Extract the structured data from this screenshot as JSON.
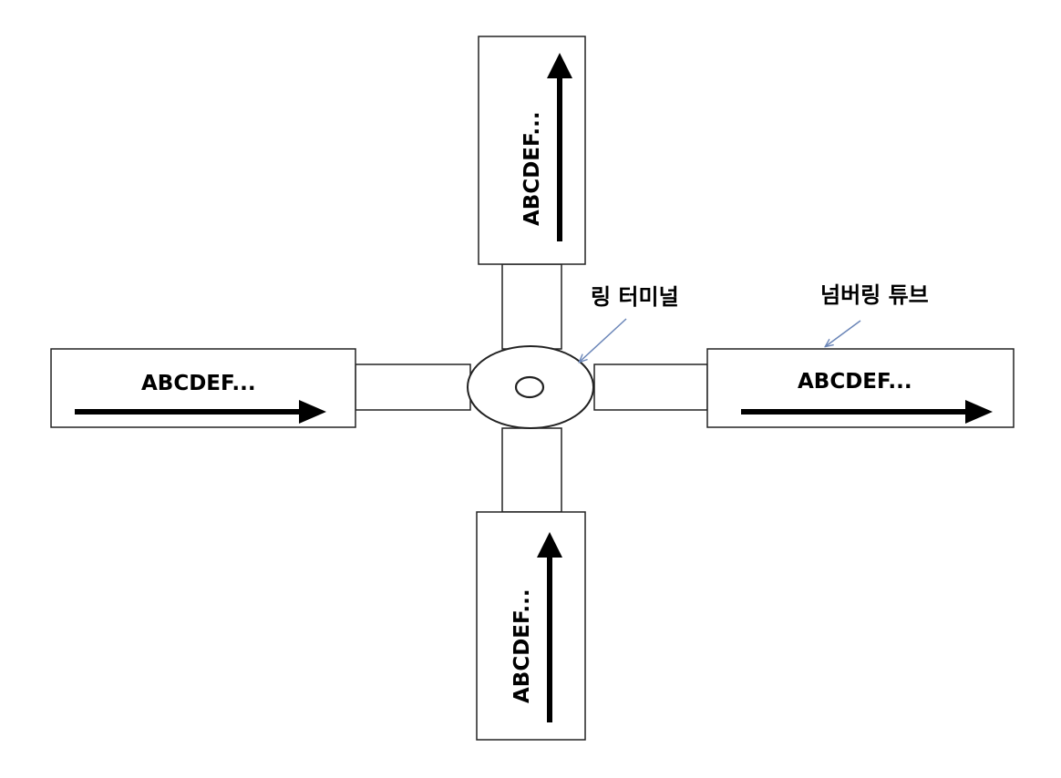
{
  "diagram": {
    "tubes": {
      "top": {
        "text": "ABCDEF...",
        "arrow_direction": "up"
      },
      "bottom": {
        "text": "ABCDEF...",
        "arrow_direction": "up"
      },
      "left": {
        "text": "ABCDEF...",
        "arrow_direction": "right"
      },
      "right": {
        "text": "ABCDEF...",
        "arrow_direction": "right"
      }
    },
    "labels": {
      "ring_terminal": "링 터미널",
      "numbering_tube": "넘버링 튜브"
    },
    "colors": {
      "stroke": "#222222",
      "arrow": "#000000",
      "leader": "#6b86b8"
    }
  }
}
